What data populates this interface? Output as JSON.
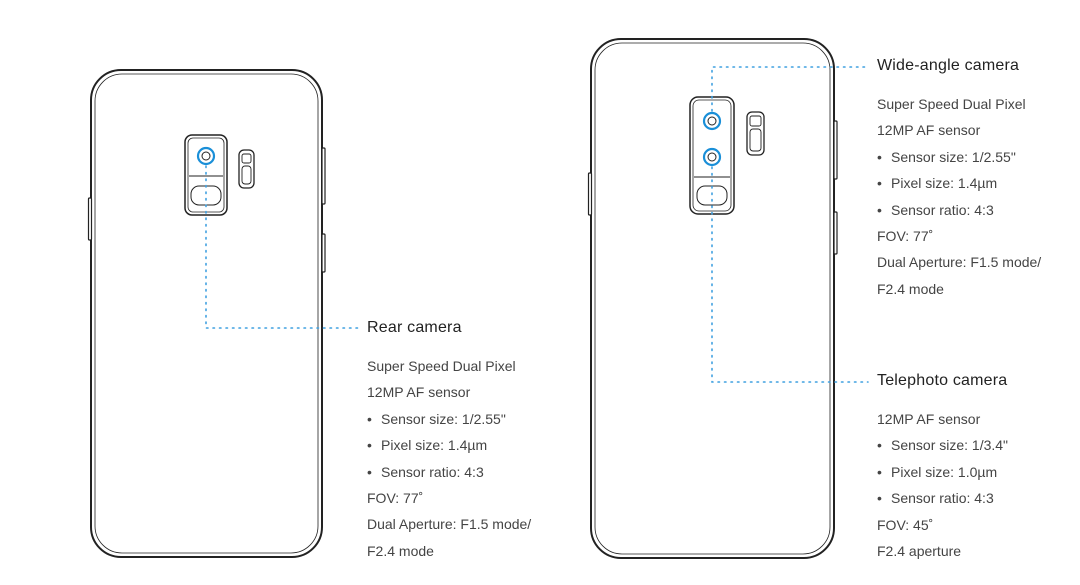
{
  "phones": [
    {
      "callouts": [
        {
          "title": "Rear camera",
          "lines": [
            {
              "text": "Super Speed Dual Pixel",
              "bullet": false
            },
            {
              "text": "12MP AF sensor",
              "bullet": false
            },
            {
              "text": "Sensor size: 1/2.55\"",
              "bullet": true
            },
            {
              "text": "Pixel size: 1.4µm",
              "bullet": true
            },
            {
              "text": "Sensor ratio: 4:3",
              "bullet": true
            },
            {
              "text": "FOV: 77˚",
              "bullet": false
            },
            {
              "text": "Dual Aperture: F1.5 mode/",
              "bullet": false
            },
            {
              "text": "F2.4 mode",
              "bullet": false
            }
          ]
        }
      ]
    },
    {
      "callouts": [
        {
          "title": "Wide-angle camera",
          "lines": [
            {
              "text": "Super Speed Dual Pixel",
              "bullet": false
            },
            {
              "text": "12MP AF sensor",
              "bullet": false
            },
            {
              "text": "Sensor size: 1/2.55\"",
              "bullet": true
            },
            {
              "text": "Pixel size: 1.4µm",
              "bullet": true
            },
            {
              "text": "Sensor ratio: 4:3",
              "bullet": true
            },
            {
              "text": "FOV: 77˚",
              "bullet": false
            },
            {
              "text": "Dual Aperture: F1.5 mode/",
              "bullet": false
            },
            {
              "text": "F2.4 mode",
              "bullet": false
            }
          ]
        },
        {
          "title": "Telephoto camera",
          "lines": [
            {
              "text": "12MP AF sensor",
              "bullet": false
            },
            {
              "text": "Sensor size: 1/3.4\"",
              "bullet": true
            },
            {
              "text": "Pixel size: 1.0µm",
              "bullet": true
            },
            {
              "text": "Sensor ratio: 4:3",
              "bullet": true
            },
            {
              "text": "FOV: 45˚",
              "bullet": false
            },
            {
              "text": "F2.4 aperture",
              "bullet": false
            }
          ]
        }
      ]
    }
  ],
  "colors": {
    "outline": "#222222",
    "lens_ring": "#1a8fd8",
    "leader": "#3fa0e0",
    "text": "#444444"
  }
}
